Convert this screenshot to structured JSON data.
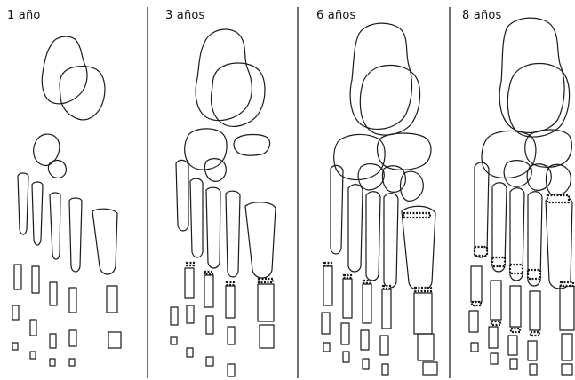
{
  "panels": [
    {
      "label": "1 año"
    },
    {
      "label": "3 años"
    },
    {
      "label": "6 años"
    },
    {
      "label": "8 años"
    }
  ]
}
